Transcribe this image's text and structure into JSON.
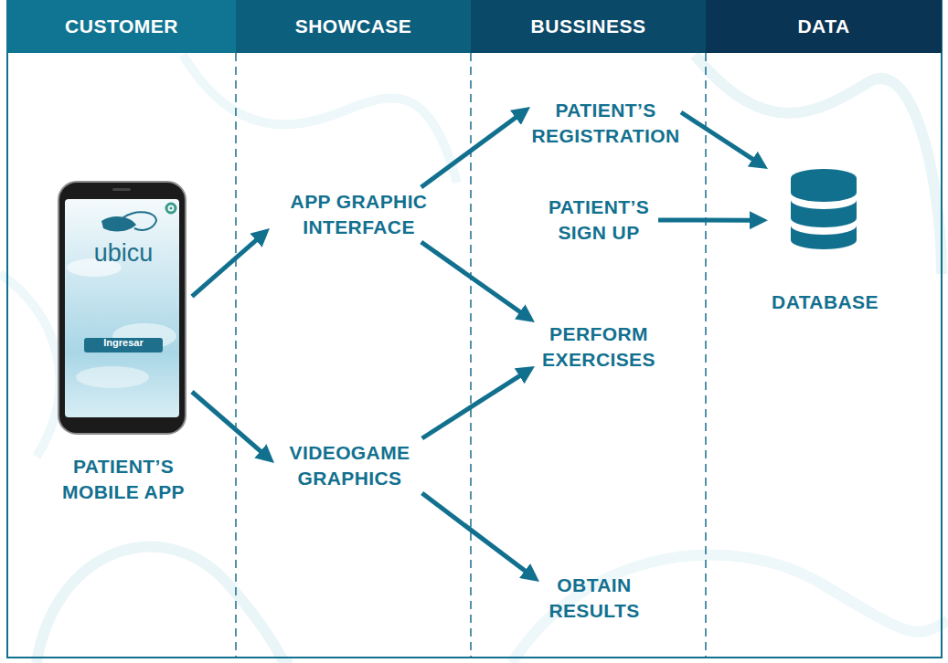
{
  "diagram": {
    "nodes": [
      {
        "text": [
          "CUSTOMER"
        ]
      },
      {
        "text": [
          "SHOWCASE"
        ]
      },
      {
        "text": [
          "BUSSINESS"
        ]
      },
      {
        "text": [
          "DATA"
        ]
      },
      {
        "text": [
          "PATIENT’S MOBILE APP"
        ]
      },
      {
        "text": [
          "APP GRAPHIC INTERFACE"
        ]
      },
      {
        "text": [
          "VIDEOGAME GRAPHICS"
        ]
      },
      {
        "text": [
          "PATIENT’S REGISTRATION"
        ]
      },
      {
        "text": [
          "PATIENT’S SIGN UP"
        ]
      },
      {
        "text": [
          "PERFORM EXERCISES"
        ]
      },
      {
        "text": [
          "OBTAIN RESULTS"
        ]
      },
      {
        "text": [
          "DATABASE"
        ]
      }
    ],
    "edges": [
      {
        "from": 4,
        "to": 5,
        "arrow": "to"
      },
      {
        "from": 4,
        "to": 6,
        "arrow": "to"
      },
      {
        "from": 5,
        "to": 7,
        "arrow": "to"
      },
      {
        "from": 5,
        "to": 9,
        "arrow": "to"
      },
      {
        "from": 6,
        "to": 9,
        "arrow": "to"
      },
      {
        "from": 6,
        "to": 10,
        "arrow": "to"
      },
      {
        "from": 7,
        "to": 11,
        "arrow": "to"
      },
      {
        "from": 8,
        "to": 11,
        "arrow": "to"
      }
    ],
    "labels": [
      "ubicu",
      "Ingresar"
    ]
  }
}
